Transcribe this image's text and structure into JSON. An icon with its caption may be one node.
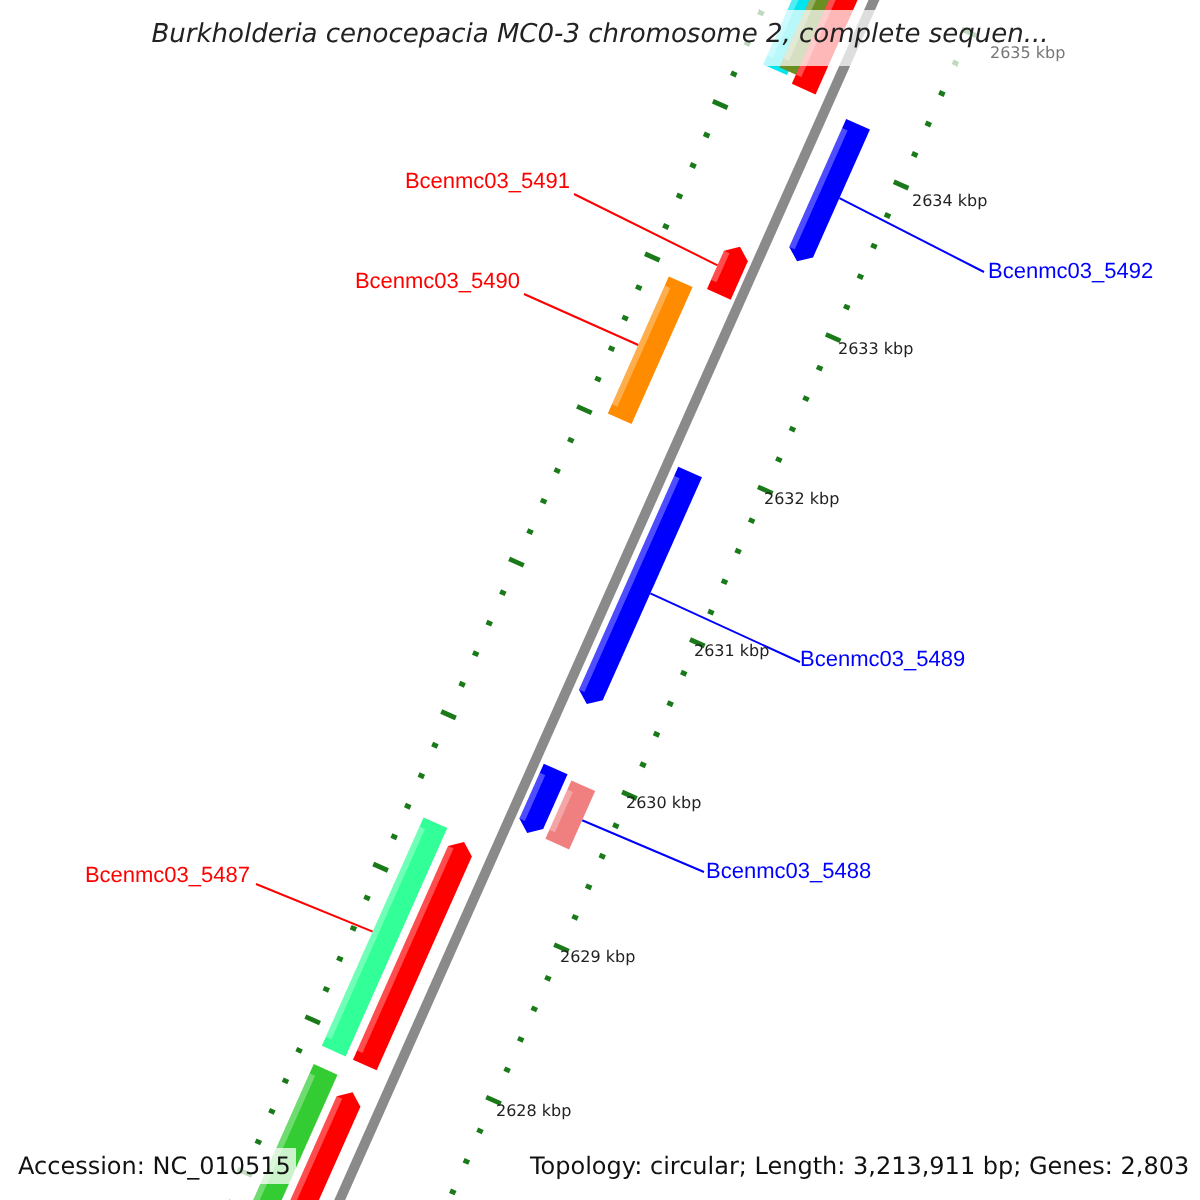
{
  "diagram": {
    "title": "Burkholderia cenocepacia MC0-3 chromosome 2, complete sequen...",
    "nodes": [
      {
        "text": [
          "Bcenmc03_5491"
        ]
      },
      {
        "text": [],
        "shape": "bar"
      },
      {
        "text": [
          "Bcenmc03_5490"
        ]
      },
      {
        "text": [],
        "shape": "bar"
      },
      {
        "text": [
          "Bcenmc03_5492"
        ]
      },
      {
        "text": [],
        "shape": "bar"
      },
      {
        "text": [
          "Bcenmc03_5489"
        ]
      },
      {
        "text": [],
        "shape": "bar"
      },
      {
        "text": [
          "Bcenmc03_5488"
        ]
      },
      {
        "text": [],
        "shape": "bar"
      },
      {
        "text": [
          "Bcenmc03_5487"
        ]
      },
      {
        "text": [],
        "shape": "bar"
      }
    ],
    "edges": [
      {
        "from": 0,
        "to": 1,
        "arrow": "none",
        "color": "#ff0000"
      },
      {
        "from": 2,
        "to": 3,
        "arrow": "none",
        "color": "#ff0000"
      },
      {
        "from": 4,
        "to": 5,
        "arrow": "none",
        "color": "#0000ff"
      },
      {
        "from": 6,
        "to": 7,
        "arrow": "none",
        "color": "#0000ff"
      },
      {
        "from": 8,
        "to": 9,
        "arrow": "none",
        "color": "#0000ff"
      },
      {
        "from": 10,
        "to": 11,
        "arrow": "none",
        "color": "#ff0000"
      }
    ],
    "labels": [
      "2635 kbp",
      "2634 kbp",
      "2633 kbp",
      "2632 kbp",
      "2631 kbp",
      "2630 kbp",
      "2629 kbp",
      "2628 kbp",
      "Accession: NC_010515",
      "Topology: circular; Length: 3,213,911 bp; Genes: 2,803"
    ]
  }
}
